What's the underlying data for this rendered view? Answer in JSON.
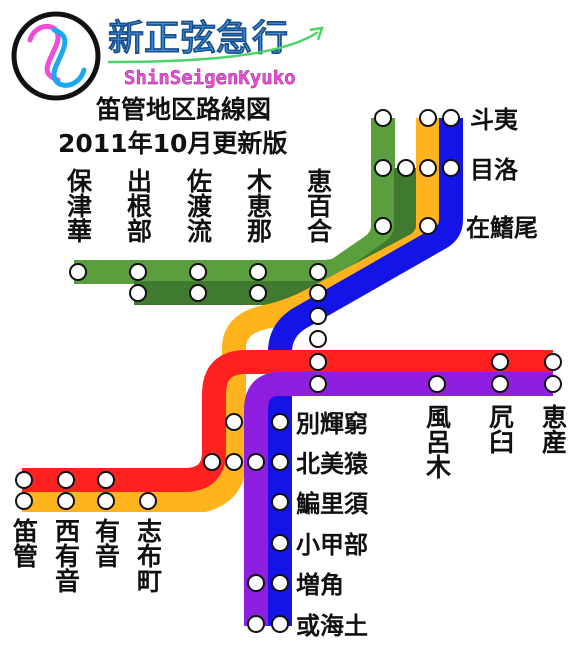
{
  "logo": {
    "title": "新正弦急行",
    "subtitle": "ShinSeigenKyuko"
  },
  "heading": {
    "line1": "笛管地区路線図",
    "line2": "2011年10月更新版"
  },
  "colors": {
    "green_light": "#5a9e3e",
    "green_dark": "#3f7a2e",
    "orange": "#ffb41e",
    "blue": "#1414e6",
    "red": "#ff2020",
    "purple": "#8f1fe0",
    "title_blue": "#4da9f0",
    "subtitle_pink": "#f04cd8"
  },
  "stations": {
    "hobo_tsuka": "保津華",
    "izune_bu": "出根部",
    "sato_ryu": "佐渡流",
    "kie_na": "木恵那",
    "ehyaku_go": "恵百合",
    "toi": "斗夷",
    "mera": "目洛",
    "zai_sakao": "在鰭尾",
    "furo_ki": "風呂木",
    "ko_kyu": "凥臼",
    "esan": "恵産",
    "betsuki_kyu": "別輝窮",
    "hokubi_en": "北美猿",
    "henri_su": "鯿里須",
    "oko_bu": "小甲部",
    "masu_kaku": "増角",
    "arumi_do": "或海土",
    "fue_kuda": "笛管",
    "nishi_yuon": "西有音",
    "yuon": "有音",
    "shifu_machi": "志布町"
  }
}
